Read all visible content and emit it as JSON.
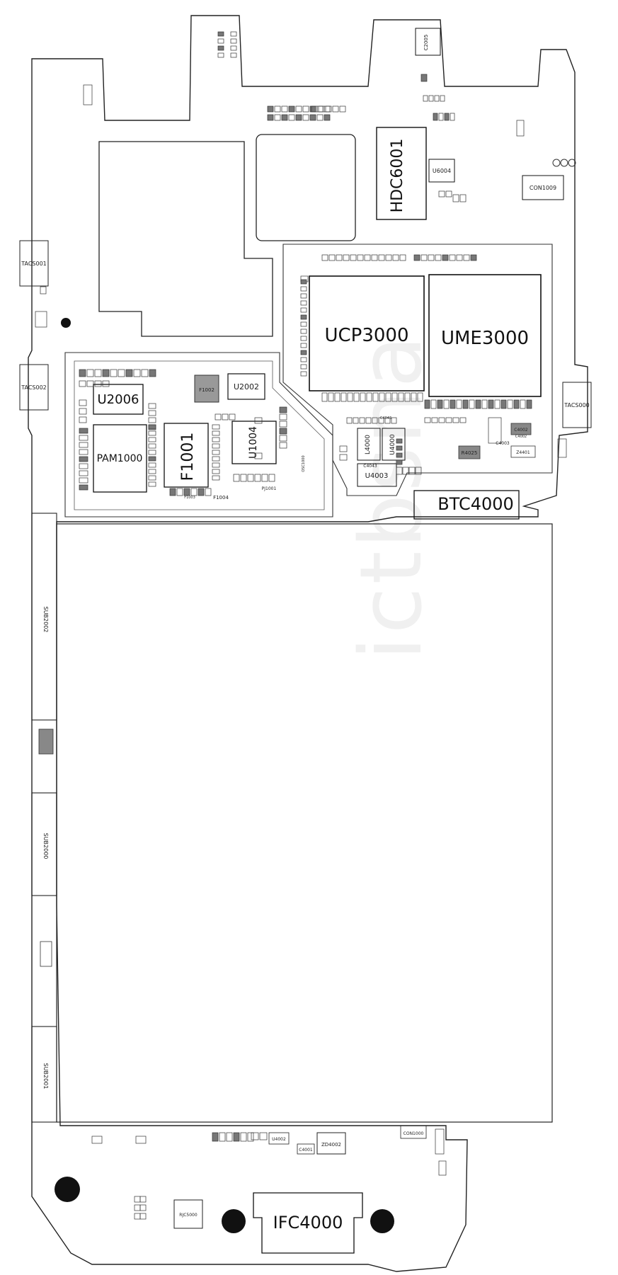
{
  "labels": {
    "hdc6001": "HDC6001",
    "ucp3000": "UCP3000",
    "ume3000": "UME3000",
    "u2006": "U2006",
    "pam1000": "PAM1000",
    "f1001": "F1001",
    "u1004": "U1004",
    "u2002": "U2002",
    "f1002": "F1002",
    "btc4000": "BTC4000",
    "ifc4000": "IFC4000",
    "tacs001": "TACS001",
    "tacs002": "TACS002",
    "tacs000": "TACS000",
    "sub2002": "SUB2002",
    "sub2000": "SUB2000",
    "sub2001": "SUB2001",
    "con1009": "CON1009",
    "con1000": "CON1000",
    "u6004": "U6004",
    "u4003": "U4003",
    "u4000": "U4000",
    "l4000": "L4000",
    "r4025": "R4025",
    "zd4002": "ZD4002",
    "rjc5000": "RJC5000",
    "f1004": "F1004",
    "f1003": "F1003",
    "pj1001": "PJ1001",
    "c4002": "C4002",
    "c4043": "C4043",
    "c4003": "C4003",
    "z4401": "Z4401",
    "u4002": "U4002",
    "c4001": "C4001",
    "osc1000": "OSC1000",
    "c2005": "C2005"
  },
  "watermark": "ictbsna"
}
